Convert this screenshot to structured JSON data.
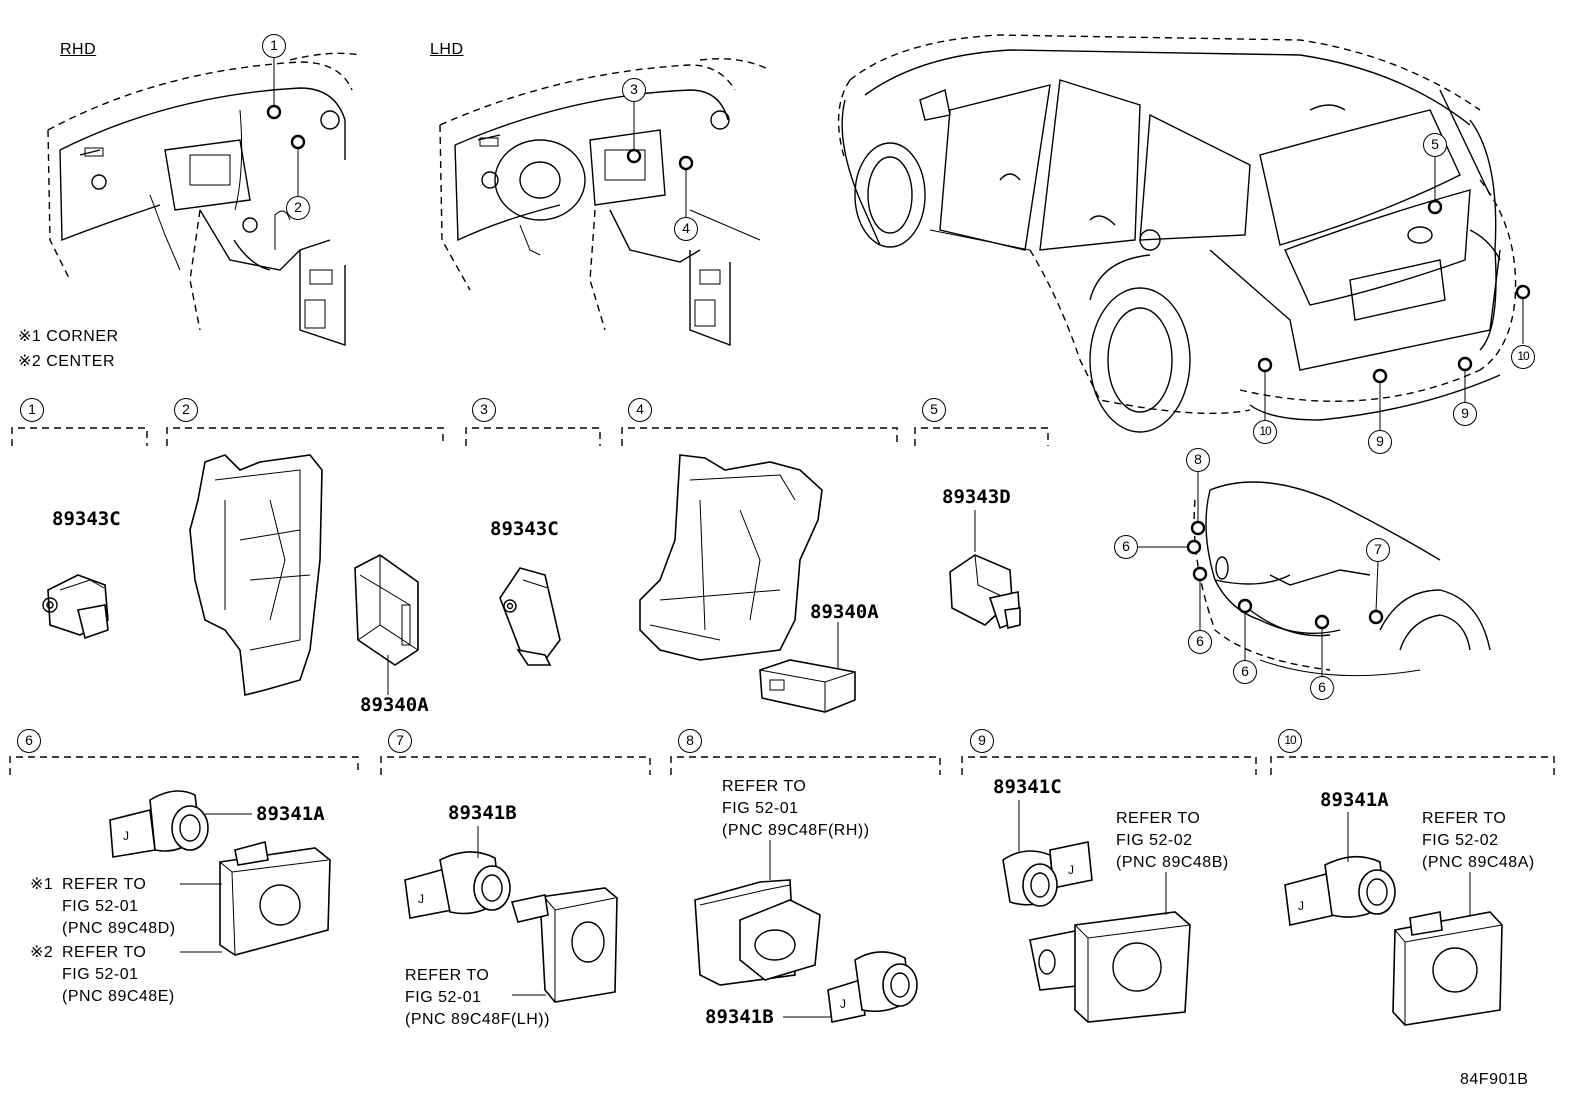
{
  "views": {
    "rhd_label": "RHD",
    "lhd_label": "LHD"
  },
  "notes": {
    "note1": "※1 CORNER",
    "note2": "※2 CENTER"
  },
  "callouts": [
    "1",
    "2",
    "3",
    "4",
    "5",
    "6",
    "7",
    "8",
    "9",
    "10"
  ],
  "parts": {
    "p1": "89343C",
    "p2": "89340A",
    "p3": "89343C",
    "p4": "89340A",
    "p5": "89343D",
    "p6": "89341A",
    "p7": "89341B",
    "p8": "89341B",
    "p9": "89341C",
    "p10": "89341A"
  },
  "refs": {
    "r6a_mark": "※1",
    "r6a": "REFER TO\nFIG 52-01\n(PNC 89C48D)",
    "r6b_mark": "※2",
    "r6b": "REFER TO\nFIG 52-01\n(PNC 89C48E)",
    "r7": "REFER TO\nFIG 52-01\n(PNC 89C48F(LH))",
    "r8": "REFER TO\nFIG 52-01\n(PNC 89C48F(RH))",
    "r9": "REFER TO\nFIG 52-02\n(PNC 89C48B)",
    "r10": "REFER TO\nFIG 52-02\n(PNC 89C48A)"
  },
  "figure_code": "84F901B"
}
